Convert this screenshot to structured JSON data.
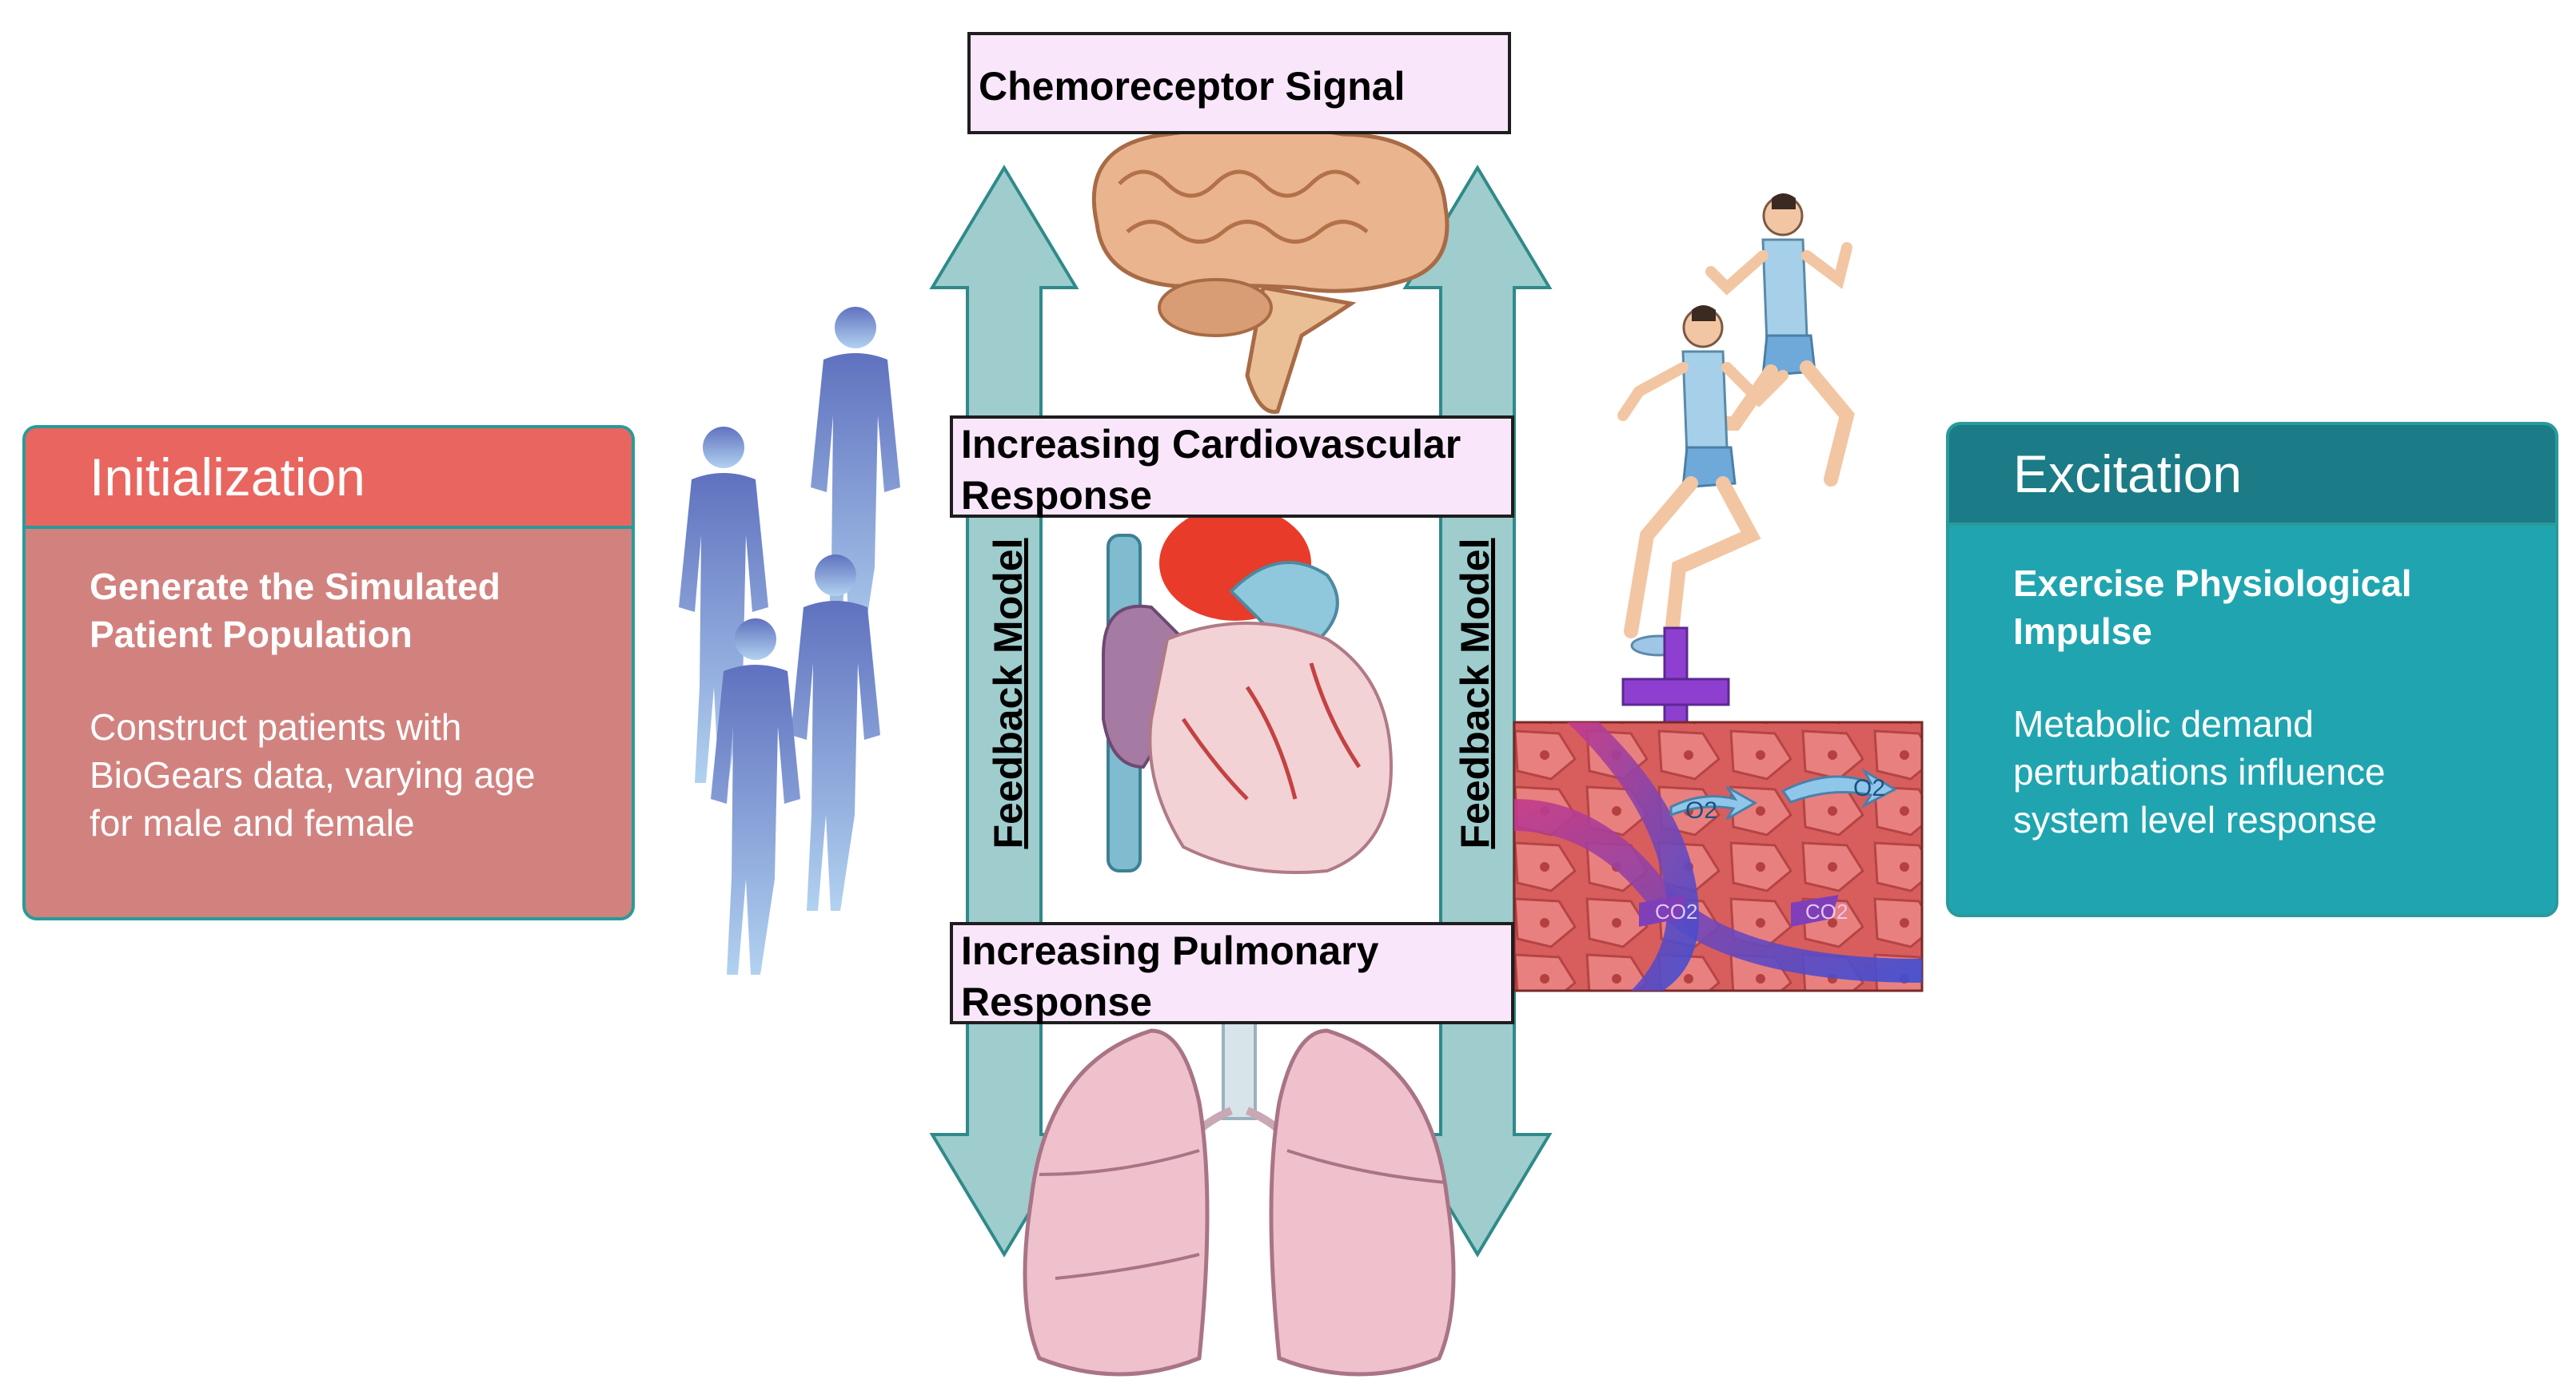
{
  "labels": {
    "chemoreceptor": "Chemoreceptor Signal",
    "cardiovascular": "Increasing Cardiovascular Response",
    "pulmonary": "Increasing Pulmonary Response",
    "feedback_left": "Feedback Model",
    "feedback_right": "Feedback Model"
  },
  "initialization": {
    "title": "Initialization",
    "subtitle": "Generate the Simulated Patient Population",
    "description": "Construct patients with BioGears data, varying age for male and female"
  },
  "excitation": {
    "title": "Excitation",
    "subtitle": "Exercise Physiological Impulse",
    "description": "Metabolic demand perturbations influence system level response"
  },
  "tissue": {
    "o2_label": "O2",
    "co2_label": "CO2"
  },
  "colors": {
    "init_header": "#e8665f",
    "init_body": "#d1827f",
    "exc_header": "#1b7b87",
    "exc_body": "#20a5b0",
    "arrow": "#9fcccc",
    "label_box": "#f9e6fa",
    "plus": "#8e3fd0"
  },
  "icons": [
    "brain-icon",
    "heart-icon",
    "lungs-icon",
    "human-figures-icon",
    "runners-icon",
    "muscle-tissue-icon",
    "plus-icon",
    "double-arrow-icon"
  ]
}
